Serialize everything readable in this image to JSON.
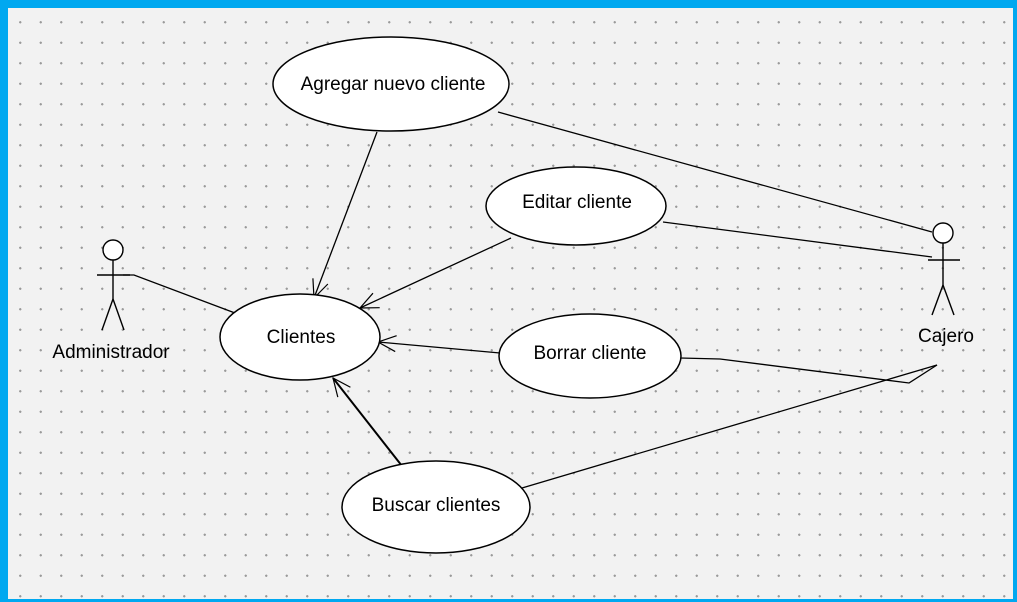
{
  "diagram": {
    "actors": {
      "administrador": {
        "label": "Administrador"
      },
      "cajero": {
        "label": "Cajero"
      }
    },
    "use_cases": {
      "agregar": {
        "label": "Agregar nuevo cliente"
      },
      "editar": {
        "label": "Editar cliente"
      },
      "clientes": {
        "label": "Clientes"
      },
      "borrar": {
        "label": "Borrar  cliente"
      },
      "buscar": {
        "label": "Buscar clientes"
      }
    }
  },
  "colors": {
    "frame_border": "#00a8f0",
    "background": "#f2f2f2",
    "grid_dot": "#9a9a9a",
    "stroke": "#000000",
    "fill": "#ffffff"
  }
}
